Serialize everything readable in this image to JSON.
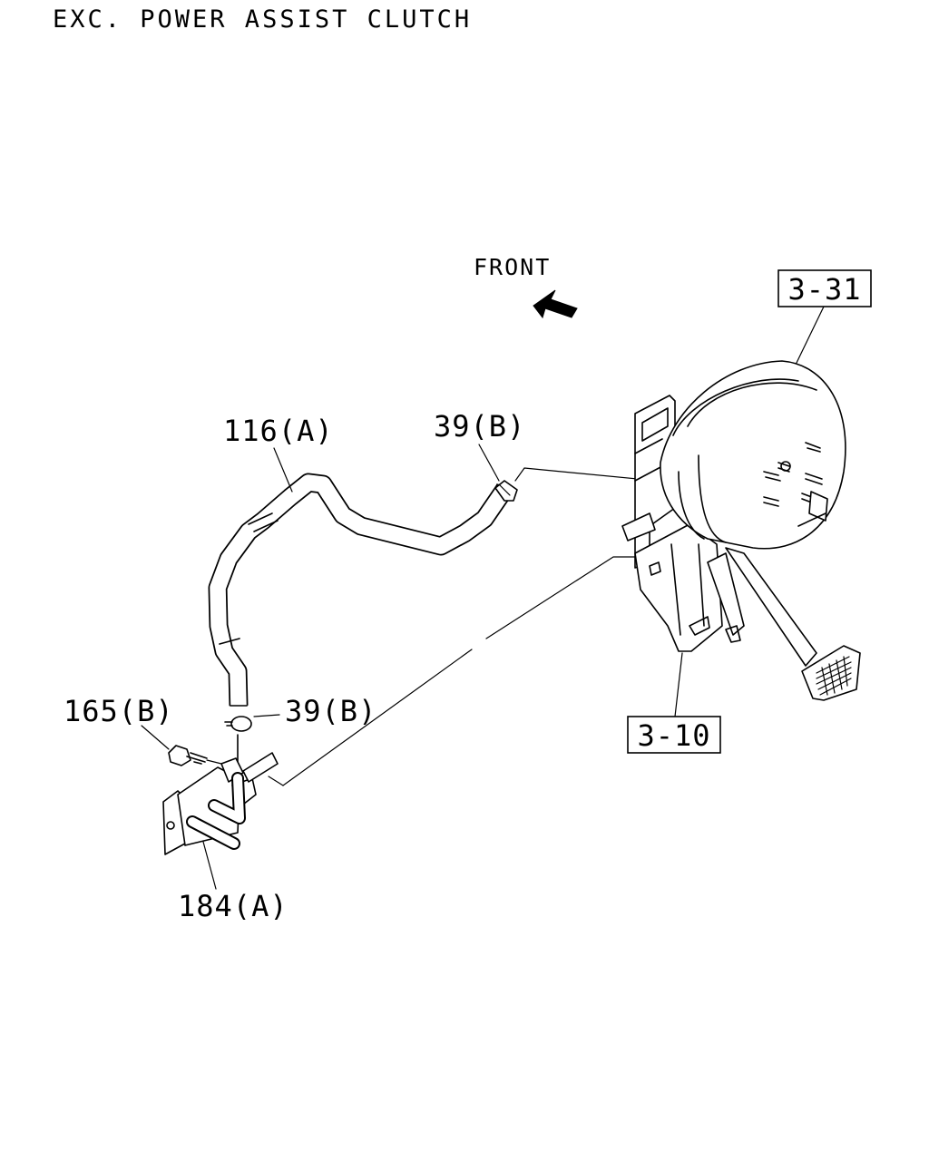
{
  "header": {
    "title": "EXC. POWER ASSIST CLUTCH"
  },
  "direction": {
    "label": "FRONT"
  },
  "callouts": {
    "hose": "116(A)",
    "clip_upper": "39(B)",
    "clip_lower": "39(B)",
    "bolt": "165(B)",
    "pipe": "184(A)"
  },
  "references": {
    "booster": "3-31",
    "pedal": "3-10"
  }
}
